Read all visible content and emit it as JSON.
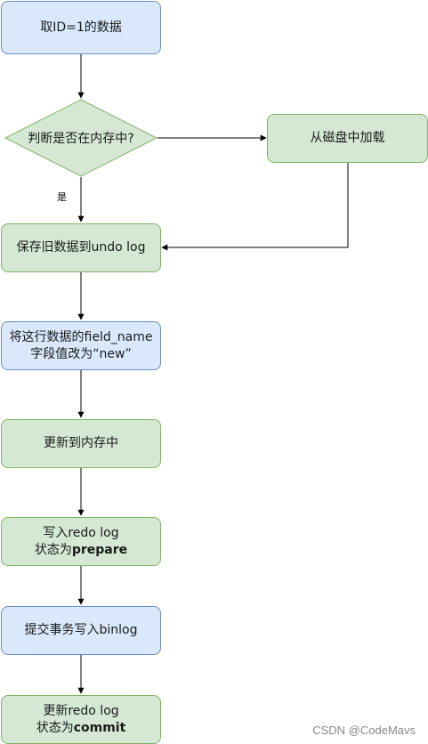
{
  "nodes": {
    "fetch": "取ID=1的数据",
    "decision": "判断是否在内存中?",
    "load_disk": "从磁盘中加载",
    "save_undo": "保存旧数据到undo log",
    "modify_line1": "将这行数据的field_name",
    "modify_line2": "字段值改为“new”",
    "update_mem": "更新到内存中",
    "redo_prepare_line1": "写入redo log",
    "redo_prepare_line2_prefix": "状态为",
    "redo_prepare_line2_bold": "prepare",
    "binlog": "提交事务写入binlog",
    "redo_commit_line1": "更新redo log",
    "redo_commit_line2_prefix": "状态为",
    "redo_commit_line2_bold": "commit"
  },
  "edges": {
    "yes_label": "是"
  },
  "colors": {
    "blue_fill": "#dae8fc",
    "blue_stroke": "#6c8ebf",
    "green_fill": "#d5e8d4",
    "green_stroke": "#82b366"
  },
  "watermark": "CSDN @CodeMavs"
}
